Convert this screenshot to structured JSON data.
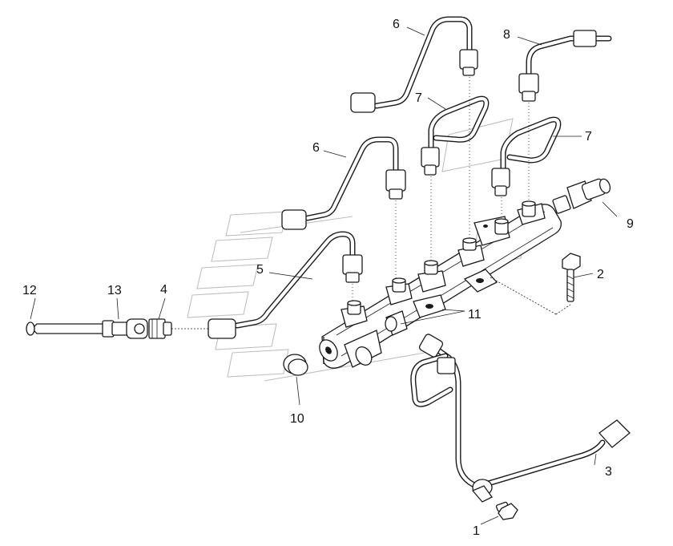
{
  "diagram": {
    "callouts": {
      "c1": "1",
      "c2": "2",
      "c3": "3",
      "c4": "4",
      "c5": "5",
      "c6a": "6",
      "c6b": "6",
      "c7a": "7",
      "c7b": "7",
      "c8": "8",
      "c9": "9",
      "c10": "10",
      "c11": "11",
      "c12": "12",
      "c13": "13"
    }
  },
  "colors": {
    "line": "#1a1a1a",
    "background": "#ffffff",
    "watermark": "#bfbfbf"
  }
}
